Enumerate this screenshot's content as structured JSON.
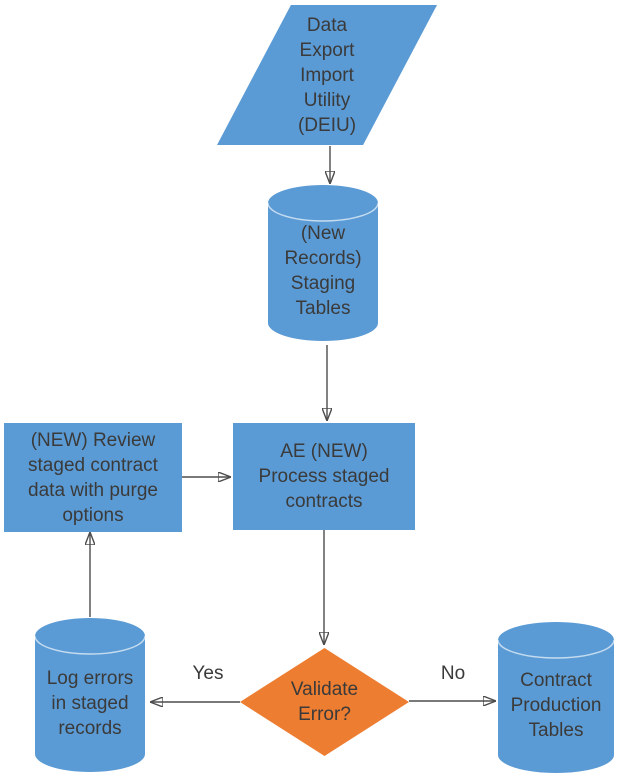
{
  "diagram": {
    "nodes": {
      "deiu": {
        "shape": "parallelogram",
        "label": "Data\nExport\nImport\nUtility\n(DEIU)"
      },
      "staging": {
        "shape": "cylinder",
        "label": "(New\nRecords)\nStaging\nTables"
      },
      "review": {
        "shape": "rectangle",
        "label": "(NEW) Review\nstaged contract\ndata with purge\noptions"
      },
      "process": {
        "shape": "rectangle",
        "label": "AE (NEW)\nProcess staged\ncontracts"
      },
      "validate": {
        "shape": "diamond",
        "label": "Validate\nError?"
      },
      "log_errors": {
        "shape": "cylinder",
        "label": "Log errors\nin staged\nrecords"
      },
      "production": {
        "shape": "cylinder",
        "label": "Contract\nProduction\nTables"
      }
    },
    "edges": {
      "yes_label": "Yes",
      "no_label": "No"
    },
    "colors": {
      "node_blue": "#5B9BD5",
      "decision_orange": "#ED7D31",
      "text": "#3A3A3A",
      "connector": "#4D4D4D",
      "arrowhead": "#2B2B2B",
      "cylinder_inner_arc": "rgba(255,255,255,0.65)"
    }
  }
}
